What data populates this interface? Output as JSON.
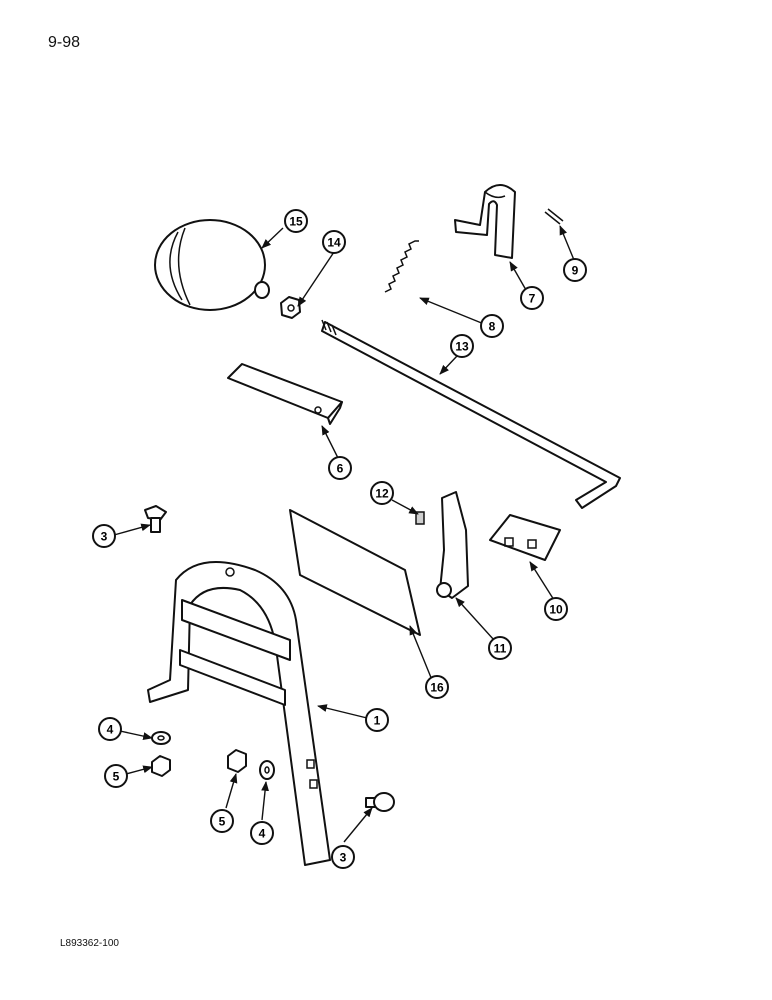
{
  "page_number": "9-98",
  "drawing_code": "L893362-100",
  "callouts": [
    "15",
    "14",
    "7",
    "9",
    "8",
    "13",
    "6",
    "12",
    "3",
    "10",
    "11",
    "16",
    "1",
    "4",
    "5",
    "5",
    "4",
    "3"
  ]
}
